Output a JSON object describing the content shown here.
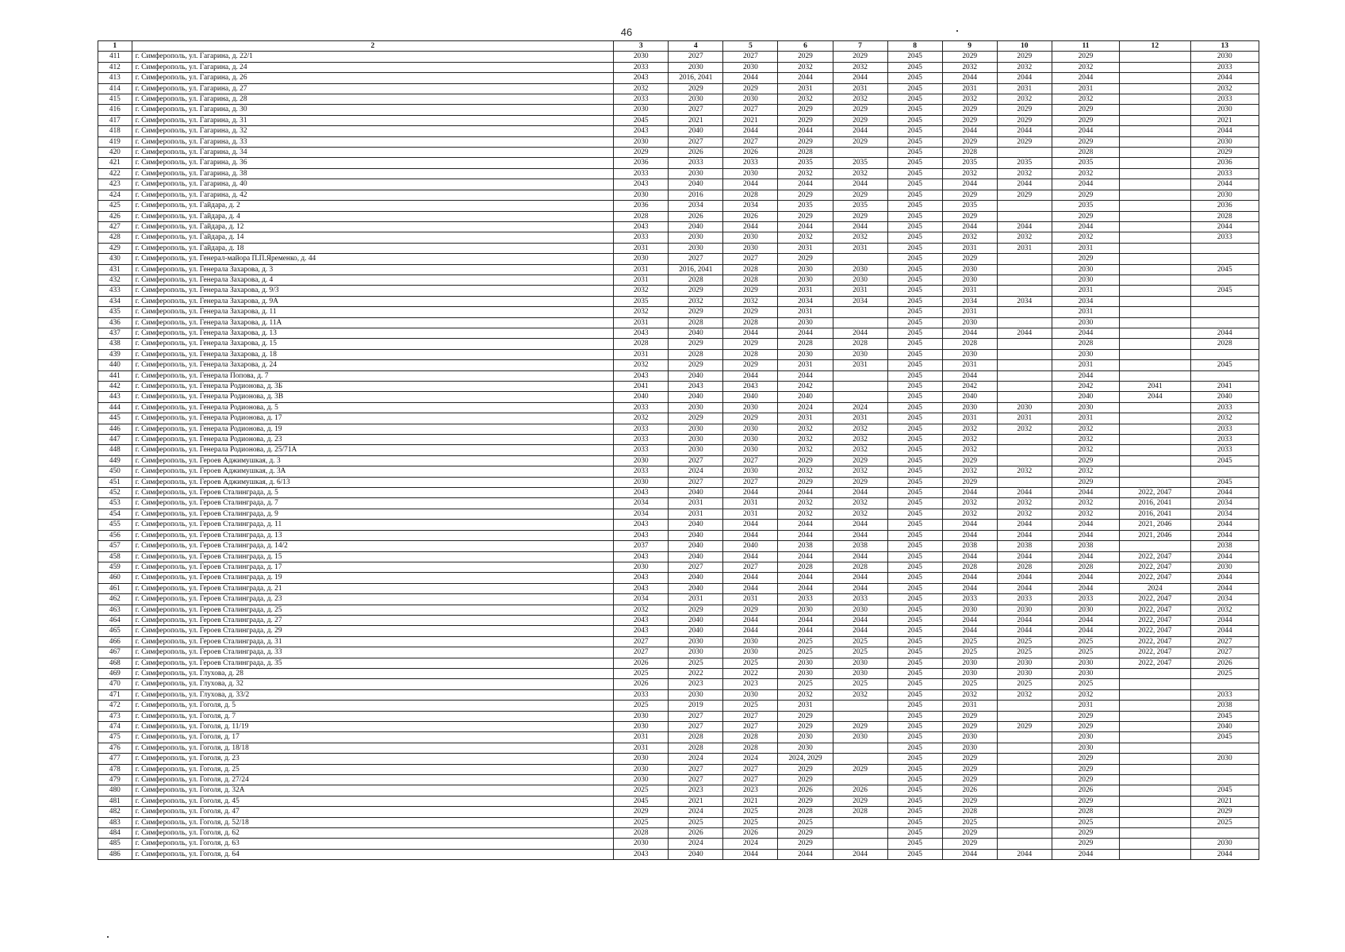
{
  "page_number": "46",
  "header": [
    "1",
    "2",
    "3",
    "4",
    "5",
    "6",
    "7",
    "8",
    "9",
    "10",
    "11",
    "12",
    "13"
  ],
  "rows": [
    [
      "411",
      "г. Симферополь, ул. Гагарина, д. 22/1",
      "2030",
      "2027",
      "2027",
      "2029",
      "2029",
      "2045",
      "2029",
      "2029",
      "2029",
      "",
      "2030"
    ],
    [
      "412",
      "г. Симферополь, ул. Гагарина, д. 24",
      "2033",
      "2030",
      "2030",
      "2032",
      "2032",
      "2045",
      "2032",
      "2032",
      "2032",
      "",
      "2033"
    ],
    [
      "413",
      "г. Симферополь, ул. Гагарина, д. 26",
      "2043",
      "2016, 2041",
      "2044",
      "2044",
      "2044",
      "2045",
      "2044",
      "2044",
      "2044",
      "",
      "2044"
    ],
    [
      "414",
      "г. Симферополь, ул. Гагарина, д. 27",
      "2032",
      "2029",
      "2029",
      "2031",
      "2031",
      "2045",
      "2031",
      "2031",
      "2031",
      "",
      "2032"
    ],
    [
      "415",
      "г. Симферополь, ул. Гагарина, д. 28",
      "2033",
      "2030",
      "2030",
      "2032",
      "2032",
      "2045",
      "2032",
      "2032",
      "2032",
      "",
      "2033"
    ],
    [
      "416",
      "г. Симферополь, ул. Гагарина, д. 30",
      "2030",
      "2027",
      "2027",
      "2029",
      "2029",
      "2045",
      "2029",
      "2029",
      "2029",
      "",
      "2030"
    ],
    [
      "417",
      "г. Симферополь, ул. Гагарина, д. 31",
      "2045",
      "2021",
      "2021",
      "2029",
      "2029",
      "2045",
      "2029",
      "2029",
      "2029",
      "",
      "2021"
    ],
    [
      "418",
      "г. Симферополь, ул. Гагарина, д. 32",
      "2043",
      "2040",
      "2044",
      "2044",
      "2044",
      "2045",
      "2044",
      "2044",
      "2044",
      "",
      "2044"
    ],
    [
      "419",
      "г. Симферополь, ул. Гагарина, д. 33",
      "2030",
      "2027",
      "2027",
      "2029",
      "2029",
      "2045",
      "2029",
      "2029",
      "2029",
      "",
      "2030"
    ],
    [
      "420",
      "г. Симферополь, ул. Гагарина, д. 34",
      "2029",
      "2026",
      "2026",
      "2028",
      "",
      "2045",
      "2028",
      "",
      "2028",
      "",
      "2029"
    ],
    [
      "421",
      "г. Симферополь, ул. Гагарина, д. 36",
      "2036",
      "2033",
      "2033",
      "2035",
      "2035",
      "2045",
      "2035",
      "2035",
      "2035",
      "",
      "2036"
    ],
    [
      "422",
      "г. Симферополь, ул. Гагарина, д. 38",
      "2033",
      "2030",
      "2030",
      "2032",
      "2032",
      "2045",
      "2032",
      "2032",
      "2032",
      "",
      "2033"
    ],
    [
      "423",
      "г. Симферополь, ул. Гагарина, д. 40",
      "2043",
      "2040",
      "2044",
      "2044",
      "2044",
      "2045",
      "2044",
      "2044",
      "2044",
      "",
      "2044"
    ],
    [
      "424",
      "г. Симферополь, ул. Гагарина, д. 42",
      "2030",
      "2016",
      "2028",
      "2029",
      "2029",
      "2045",
      "2029",
      "2029",
      "2029",
      "",
      "2030"
    ],
    [
      "425",
      "г. Симферополь, ул. Гайдара, д. 2",
      "2036",
      "2034",
      "2034",
      "2035",
      "2035",
      "2045",
      "2035",
      "",
      "2035",
      "",
      "2036"
    ],
    [
      "426",
      "г. Симферополь, ул. Гайдара, д. 4",
      "2028",
      "2026",
      "2026",
      "2029",
      "2029",
      "2045",
      "2029",
      "",
      "2029",
      "",
      "2028"
    ],
    [
      "427",
      "г. Симферополь, ул. Гайдара, д. 12",
      "2043",
      "2040",
      "2044",
      "2044",
      "2044",
      "2045",
      "2044",
      "2044",
      "2044",
      "",
      "2044"
    ],
    [
      "428",
      "г. Симферополь, ул. Гайдара, д. 14",
      "2033",
      "2030",
      "2030",
      "2032",
      "2032",
      "2045",
      "2032",
      "2032",
      "2032",
      "",
      "2033"
    ],
    [
      "429",
      "г. Симферополь, ул. Гайдара, д. 18",
      "2031",
      "2030",
      "2030",
      "2031",
      "2031",
      "2045",
      "2031",
      "2031",
      "2031",
      "",
      ""
    ],
    [
      "430",
      "г. Симферополь, ул. Генерал-майора П.П.Яременко, д. 44",
      "2030",
      "2027",
      "2027",
      "2029",
      "",
      "2045",
      "2029",
      "",
      "2029",
      "",
      ""
    ],
    [
      "431",
      "г. Симферополь, ул. Генерала Захарова, д. 3",
      "2031",
      "2016, 2041",
      "2028",
      "2030",
      "2030",
      "2045",
      "2030",
      "",
      "2030",
      "",
      "2045"
    ],
    [
      "432",
      "г. Симферополь, ул. Генерала Захарова, д. 4",
      "2031",
      "2028",
      "2028",
      "2030",
      "2030",
      "2045",
      "2030",
      "",
      "2030",
      "",
      ""
    ],
    [
      "433",
      "г. Симферополь, ул. Генерала Захарова, д. 9/3",
      "2032",
      "2029",
      "2029",
      "2031",
      "2031",
      "2045",
      "2031",
      "",
      "2031",
      "",
      "2045"
    ],
    [
      "434",
      "г. Симферополь, ул. Генерала Захарова, д. 9А",
      "2035",
      "2032",
      "2032",
      "2034",
      "2034",
      "2045",
      "2034",
      "2034",
      "2034",
      "",
      ""
    ],
    [
      "435",
      "г. Симферополь, ул. Генерала Захарова, д. 11",
      "2032",
      "2029",
      "2029",
      "2031",
      "",
      "2045",
      "2031",
      "",
      "2031",
      "",
      ""
    ],
    [
      "436",
      "г. Симферополь, ул. Генерала Захарова, д. 11А",
      "2031",
      "2028",
      "2028",
      "2030",
      "",
      "2045",
      "2030",
      "",
      "2030",
      "",
      ""
    ],
    [
      "437",
      "г. Симферополь, ул. Генерала Захарова, д. 13",
      "2043",
      "2040",
      "2044",
      "2044",
      "2044",
      "2045",
      "2044",
      "2044",
      "2044",
      "",
      "2044"
    ],
    [
      "438",
      "г. Симферополь, ул. Генерала Захарова, д. 15",
      "2028",
      "2029",
      "2029",
      "2028",
      "2028",
      "2045",
      "2028",
      "",
      "2028",
      "",
      "2028"
    ],
    [
      "439",
      "г. Симферополь, ул. Генерала Захарова, д. 18",
      "2031",
      "2028",
      "2028",
      "2030",
      "2030",
      "2045",
      "2030",
      "",
      "2030",
      "",
      ""
    ],
    [
      "440",
      "г. Симферополь, ул. Генерала Захарова, д. 24",
      "2032",
      "2029",
      "2029",
      "2031",
      "2031",
      "2045",
      "2031",
      "",
      "2031",
      "",
      "2045"
    ],
    [
      "441",
      "г. Симферополь, ул. Генерала Попова, д. 7",
      "2043",
      "2040",
      "2044",
      "2044",
      "",
      "2045",
      "2044",
      "",
      "2044",
      "",
      ""
    ],
    [
      "442",
      "г. Симферополь, ул. Генерала Родионова, д. 3Б",
      "2041",
      "2043",
      "2043",
      "2042",
      "",
      "2045",
      "2042",
      "",
      "2042",
      "2041",
      "2041"
    ],
    [
      "443",
      "г. Симферополь, ул. Генерала Родионова, д. 3В",
      "2040",
      "2040",
      "2040",
      "2040",
      "",
      "2045",
      "2040",
      "",
      "2040",
      "2044",
      "2040"
    ],
    [
      "444",
      "г. Симферополь, ул. Генерала Родионова, д. 5",
      "2033",
      "2030",
      "2030",
      "2024",
      "2024",
      "2045",
      "2030",
      "2030",
      "2030",
      "",
      "2033"
    ],
    [
      "445",
      "г. Симферополь, ул. Генерала Родионова, д. 17",
      "2032",
      "2029",
      "2029",
      "2031",
      "2031",
      "2045",
      "2031",
      "2031",
      "2031",
      "",
      "2032"
    ],
    [
      "446",
      "г. Симферополь, ул. Генерала Родионова, д. 19",
      "2033",
      "2030",
      "2030",
      "2032",
      "2032",
      "2045",
      "2032",
      "2032",
      "2032",
      "",
      "2033"
    ],
    [
      "447",
      "г. Симферополь, ул. Генерала Родионова, д. 23",
      "2033",
      "2030",
      "2030",
      "2032",
      "2032",
      "2045",
      "2032",
      "",
      "2032",
      "",
      "2033"
    ],
    [
      "448",
      "г. Симферополь, ул. Генерала Родионова, д. 25/71А",
      "2033",
      "2030",
      "2030",
      "2032",
      "2032",
      "2045",
      "2032",
      "",
      "2032",
      "",
      "2033"
    ],
    [
      "449",
      "г. Симферополь, ул. Героев Аджимушкая, д. 3",
      "2030",
      "2027",
      "2027",
      "2029",
      "2029",
      "2045",
      "2029",
      "",
      "2029",
      "",
      "2045"
    ],
    [
      "450",
      "г. Симферополь, ул. Героев Аджимушкая, д. 3А",
      "2033",
      "2024",
      "2030",
      "2032",
      "2032",
      "2045",
      "2032",
      "2032",
      "2032",
      "",
      ""
    ],
    [
      "451",
      "г. Симферополь, ул. Героев Аджимушкая, д. 6/13",
      "2030",
      "2027",
      "2027",
      "2029",
      "2029",
      "2045",
      "2029",
      "",
      "2029",
      "",
      "2045"
    ],
    [
      "452",
      "г. Симферополь, ул. Героев Сталинграда, д. 5",
      "2043",
      "2040",
      "2044",
      "2044",
      "2044",
      "2045",
      "2044",
      "2044",
      "2044",
      "2022, 2047",
      "2044"
    ],
    [
      "453",
      "г. Симферополь, ул. Героев Сталинграда, д. 7",
      "2034",
      "2031",
      "2031",
      "2032",
      "2032",
      "2045",
      "2032",
      "2032",
      "2032",
      "2016, 2041",
      "2034"
    ],
    [
      "454",
      "г. Симферополь, ул. Героев Сталинграда, д. 9",
      "2034",
      "2031",
      "2031",
      "2032",
      "2032",
      "2045",
      "2032",
      "2032",
      "2032",
      "2016, 2041",
      "2034"
    ],
    [
      "455",
      "г. Симферополь, ул. Героев Сталинграда, д. 11",
      "2043",
      "2040",
      "2044",
      "2044",
      "2044",
      "2045",
      "2044",
      "2044",
      "2044",
      "2021, 2046",
      "2044"
    ],
    [
      "456",
      "г. Симферополь, ул. Героев Сталинграда, д. 13",
      "2043",
      "2040",
      "2044",
      "2044",
      "2044",
      "2045",
      "2044",
      "2044",
      "2044",
      "2021, 2046",
      "2044"
    ],
    [
      "457",
      "г. Симферополь, ул. Героев Сталинграда, д. 14/2",
      "2037",
      "2040",
      "2040",
      "2038",
      "2038",
      "2045",
      "2038",
      "2038",
      "2038",
      "",
      "2038"
    ],
    [
      "458",
      "г. Симферополь, ул. Героев Сталинграда, д. 15",
      "2043",
      "2040",
      "2044",
      "2044",
      "2044",
      "2045",
      "2044",
      "2044",
      "2044",
      "2022, 2047",
      "2044"
    ],
    [
      "459",
      "г. Симферополь, ул. Героев Сталинграда, д. 17",
      "2030",
      "2027",
      "2027",
      "2028",
      "2028",
      "2045",
      "2028",
      "2028",
      "2028",
      "2022, 2047",
      "2030"
    ],
    [
      "460",
      "г. Симферополь, ул. Героев Сталинграда, д. 19",
      "2043",
      "2040",
      "2044",
      "2044",
      "2044",
      "2045",
      "2044",
      "2044",
      "2044",
      "2022, 2047",
      "2044"
    ],
    [
      "461",
      "г. Симферополь, ул. Героев Сталинграда, д. 21",
      "2043",
      "2040",
      "2044",
      "2044",
      "2044",
      "2045",
      "2044",
      "2044",
      "2044",
      "2024",
      "2044"
    ],
    [
      "462",
      "г. Симферополь, ул. Героев Сталинграда, д. 23",
      "2034",
      "2031",
      "2031",
      "2033",
      "2033",
      "2045",
      "2033",
      "2033",
      "2033",
      "2022, 2047",
      "2034"
    ],
    [
      "463",
      "г. Симферополь, ул. Героев Сталинграда, д. 25",
      "2032",
      "2029",
      "2029",
      "2030",
      "2030",
      "2045",
      "2030",
      "2030",
      "2030",
      "2022, 2047",
      "2032"
    ],
    [
      "464",
      "г. Симферополь, ул. Героев Сталинграда, д. 27",
      "2043",
      "2040",
      "2044",
      "2044",
      "2044",
      "2045",
      "2044",
      "2044",
      "2044",
      "2022, 2047",
      "2044"
    ],
    [
      "465",
      "г. Симферополь, ул. Героев Сталинграда, д. 29",
      "2043",
      "2040",
      "2044",
      "2044",
      "2044",
      "2045",
      "2044",
      "2044",
      "2044",
      "2022, 2047",
      "2044"
    ],
    [
      "466",
      "г. Симферополь, ул. Героев Сталинграда, д. 31",
      "2027",
      "2030",
      "2030",
      "2025",
      "2025",
      "2045",
      "2025",
      "2025",
      "2025",
      "2022, 2047",
      "2027"
    ],
    [
      "467",
      "г. Симферополь, ул. Героев Сталинграда, д. 33",
      "2027",
      "2030",
      "2030",
      "2025",
      "2025",
      "2045",
      "2025",
      "2025",
      "2025",
      "2022, 2047",
      "2027"
    ],
    [
      "468",
      "г. Симферополь, ул. Героев Сталинграда, д. 35",
      "2026",
      "2025",
      "2025",
      "2030",
      "2030",
      "2045",
      "2030",
      "2030",
      "2030",
      "2022, 2047",
      "2026"
    ],
    [
      "469",
      "г. Симферополь, ул. Глухова, д. 28",
      "2025",
      "2022",
      "2022",
      "2030",
      "2030",
      "2045",
      "2030",
      "2030",
      "2030",
      "",
      "2025"
    ],
    [
      "470",
      "г. Симферополь, ул. Глухова, д. 32",
      "2026",
      "2023",
      "2023",
      "2025",
      "2025",
      "2045",
      "2025",
      "2025",
      "2025",
      "",
      ""
    ],
    [
      "471",
      "г. Симферополь, ул. Глухова, д. 33/2",
      "2033",
      "2030",
      "2030",
      "2032",
      "2032",
      "2045",
      "2032",
      "2032",
      "2032",
      "",
      "2033"
    ],
    [
      "472",
      "г. Симферополь, ул. Гоголя, д. 5",
      "2025",
      "2019",
      "2025",
      "2031",
      "",
      "2045",
      "2031",
      "",
      "2031",
      "",
      "2038"
    ],
    [
      "473",
      "г. Симферополь, ул. Гоголя, д. 7",
      "2030",
      "2027",
      "2027",
      "2029",
      "",
      "2045",
      "2029",
      "",
      "2029",
      "",
      "2045"
    ],
    [
      "474",
      "г. Симферополь, ул. Гоголя, д. 11/19",
      "2030",
      "2027",
      "2027",
      "2029",
      "2029",
      "2045",
      "2029",
      "2029",
      "2029",
      "",
      "2040"
    ],
    [
      "475",
      "г. Симферополь, ул. Гоголя, д. 17",
      "2031",
      "2028",
      "2028",
      "2030",
      "2030",
      "2045",
      "2030",
      "",
      "2030",
      "",
      "2045"
    ],
    [
      "476",
      "г. Симферополь, ул. Гоголя, д. 18/18",
      "2031",
      "2028",
      "2028",
      "2030",
      "",
      "2045",
      "2030",
      "",
      "2030",
      "",
      ""
    ],
    [
      "477",
      "г. Симферополь, ул. Гоголя, д. 23",
      "2030",
      "2024",
      "2024",
      "2024, 2029",
      "",
      "2045",
      "2029",
      "",
      "2029",
      "",
      "2030"
    ],
    [
      "478",
      "г. Симферополь, ул. Гоголя, д. 25",
      "2030",
      "2027",
      "2027",
      "2029",
      "2029",
      "2045",
      "2029",
      "",
      "2029",
      "",
      ""
    ],
    [
      "479",
      "г. Симферополь, ул. Гоголя, д. 27/24",
      "2030",
      "2027",
      "2027",
      "2029",
      "",
      "2045",
      "2029",
      "",
      "2029",
      "",
      ""
    ],
    [
      "480",
      "г. Симферополь, ул. Гоголя, д. 32А",
      "2025",
      "2023",
      "2023",
      "2026",
      "2026",
      "2045",
      "2026",
      "",
      "2026",
      "",
      "2045"
    ],
    [
      "481",
      "г. Симферополь, ул. Гоголя, д. 45",
      "2045",
      "2021",
      "2021",
      "2029",
      "2029",
      "2045",
      "2029",
      "",
      "2029",
      "",
      "2021"
    ],
    [
      "482",
      "г. Симферополь, ул. Гоголя, д. 47",
      "2029",
      "2024",
      "2025",
      "2028",
      "2028",
      "2045",
      "2028",
      "",
      "2028",
      "",
      "2029"
    ],
    [
      "483",
      "г. Симферополь, ул. Гоголя, д. 52/18",
      "2025",
      "2025",
      "2025",
      "2025",
      "",
      "2045",
      "2025",
      "",
      "2025",
      "",
      "2025"
    ],
    [
      "484",
      "г. Симферополь, ул. Гоголя, д. 62",
      "2028",
      "2026",
      "2026",
      "2029",
      "",
      "2045",
      "2029",
      "",
      "2029",
      "",
      ""
    ],
    [
      "485",
      "г. Симферополь, ул. Гоголя, д. 63",
      "2030",
      "2024",
      "2024",
      "2029",
      "",
      "2045",
      "2029",
      "",
      "2029",
      "",
      "2030"
    ],
    [
      "486",
      "г. Симферополь, ул. Гоголя, д. 64",
      "2043",
      "2040",
      "2044",
      "2044",
      "2044",
      "2045",
      "2044",
      "2044",
      "2044",
      "",
      "2044"
    ]
  ]
}
